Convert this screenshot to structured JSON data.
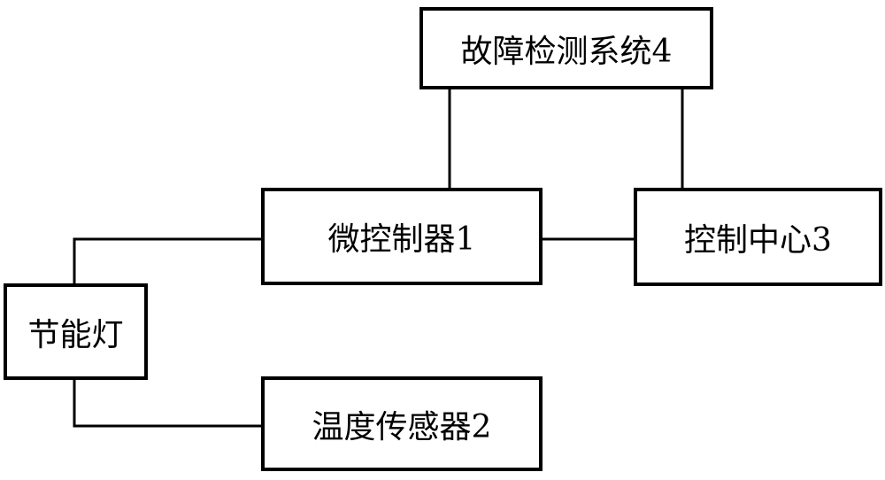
{
  "nodes": {
    "fault_detection": "故障检测系统4",
    "microcontroller": "微控制器1",
    "control_center": "控制中心3",
    "energy_saving_lamp": "节能灯",
    "temperature_sensor": "温度传感器2"
  },
  "line_color": "#000000"
}
